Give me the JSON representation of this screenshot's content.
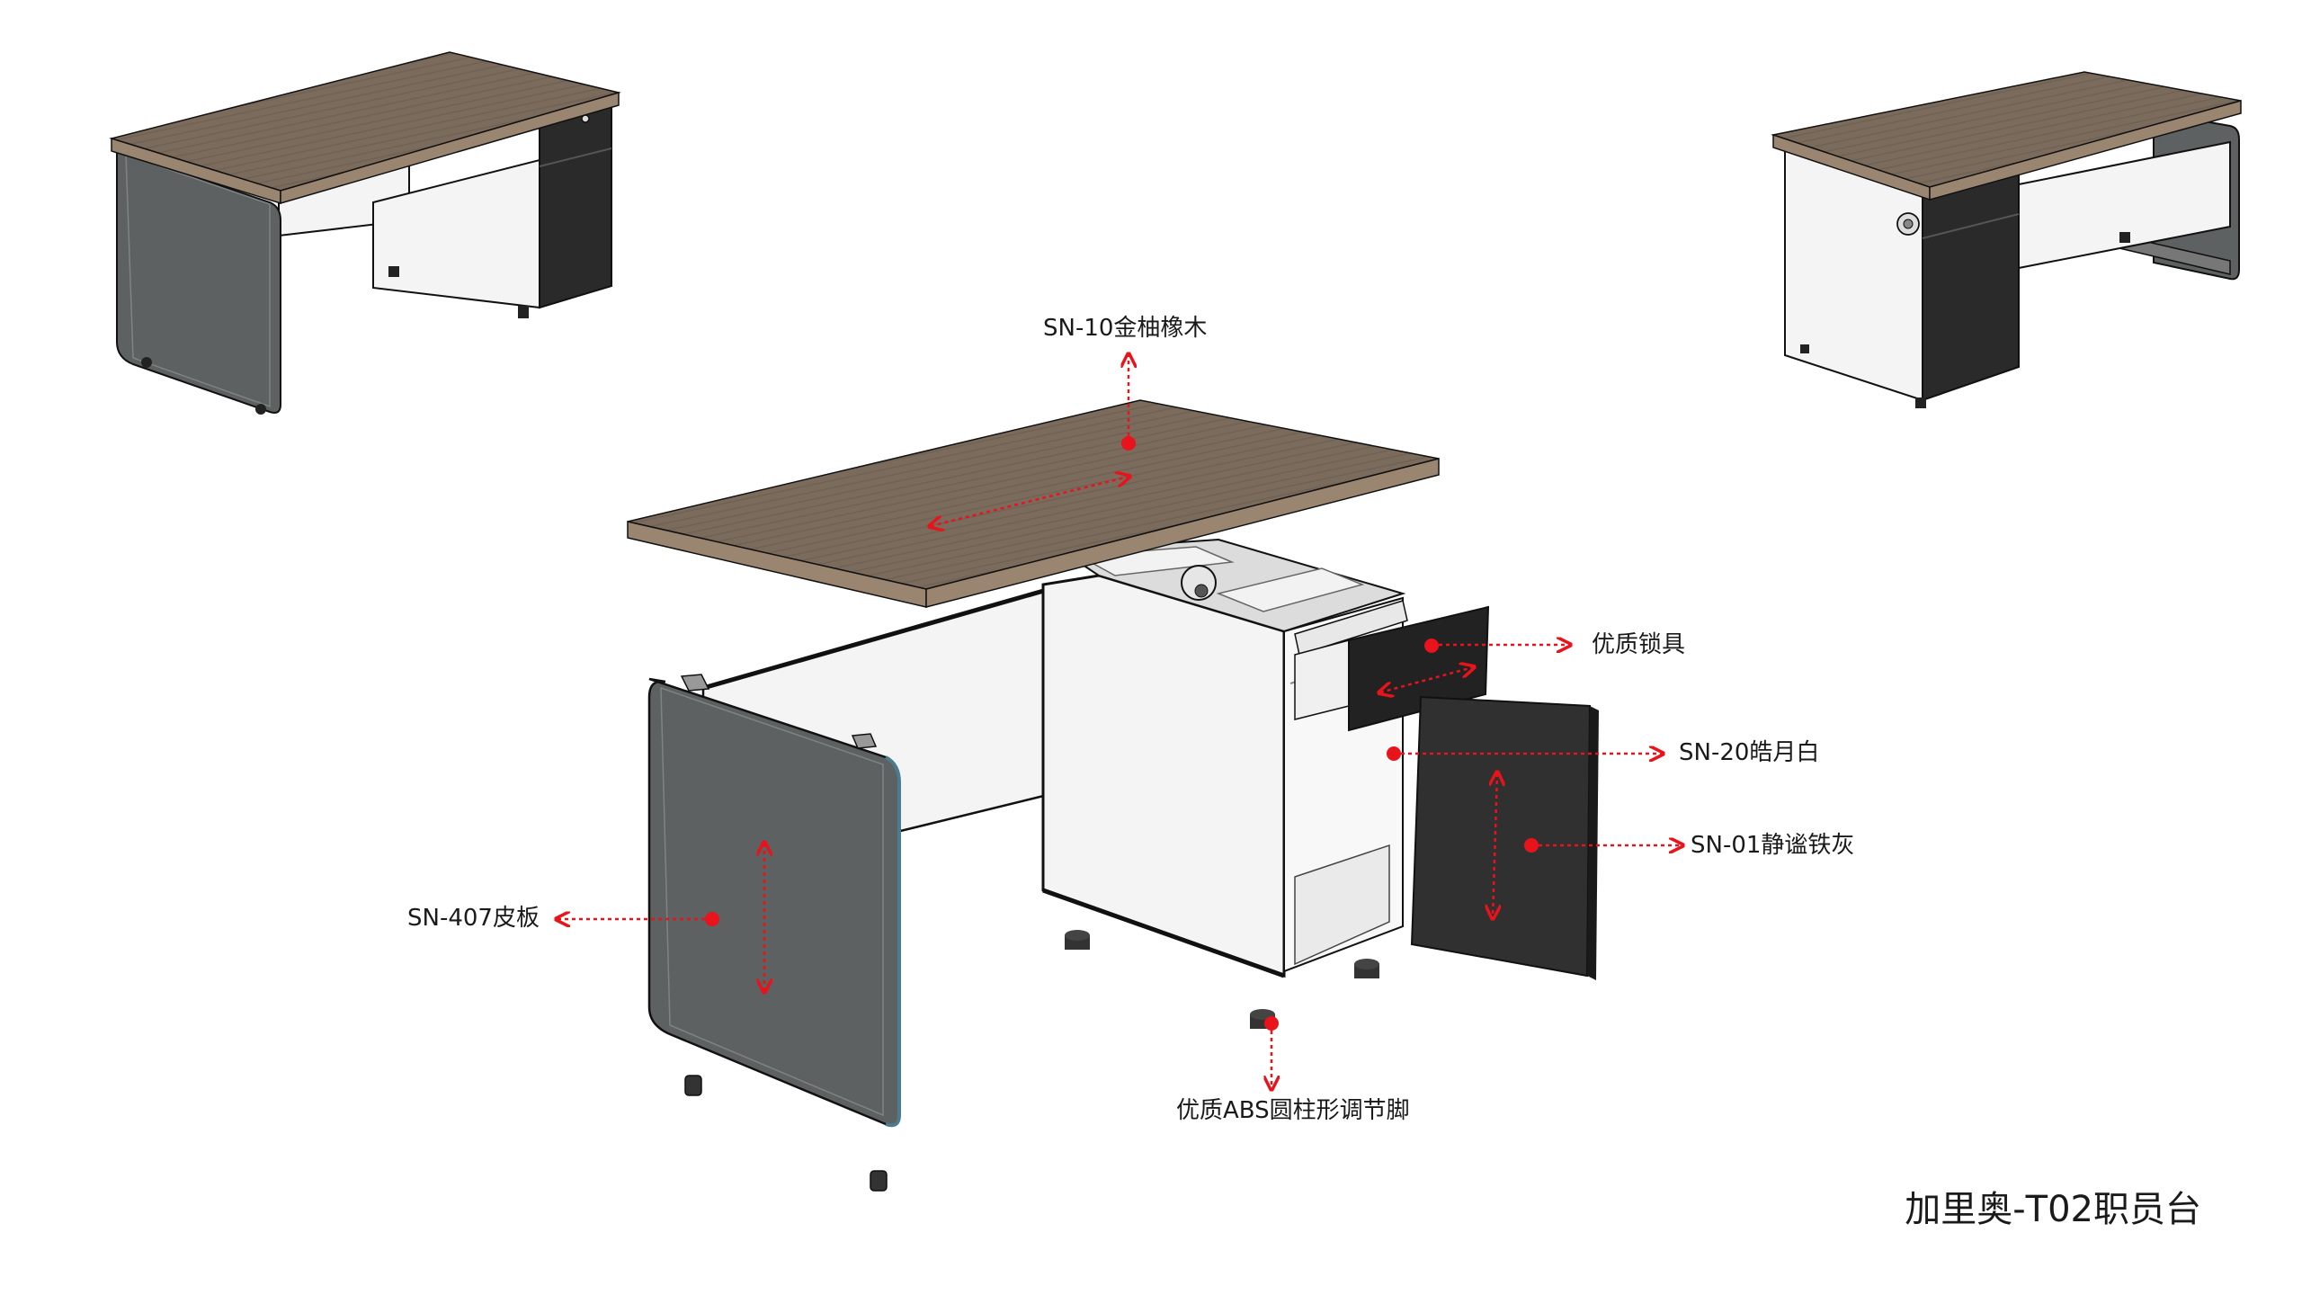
{
  "colors": {
    "walnut_top": "#7a6b5c",
    "walnut_edge": "#9a8670",
    "panel_grey": "#5d6161",
    "panel_dark": "#353a3a",
    "cabinet_white": "#f4f4f4",
    "iron_black": "#2a2a2a",
    "callout_red": "#e8131b",
    "outline": "#111111"
  },
  "labels": {
    "top_material": "SN-10金柚橡木",
    "lock": "优质锁具",
    "white_panel": "SN-20皓月白",
    "dark_panel": "SN-01静谧铁灰",
    "leather_panel": "SN-407皮板",
    "feet": "优质ABS圆柱形调节脚"
  },
  "title": "加里奥-T02职员台"
}
